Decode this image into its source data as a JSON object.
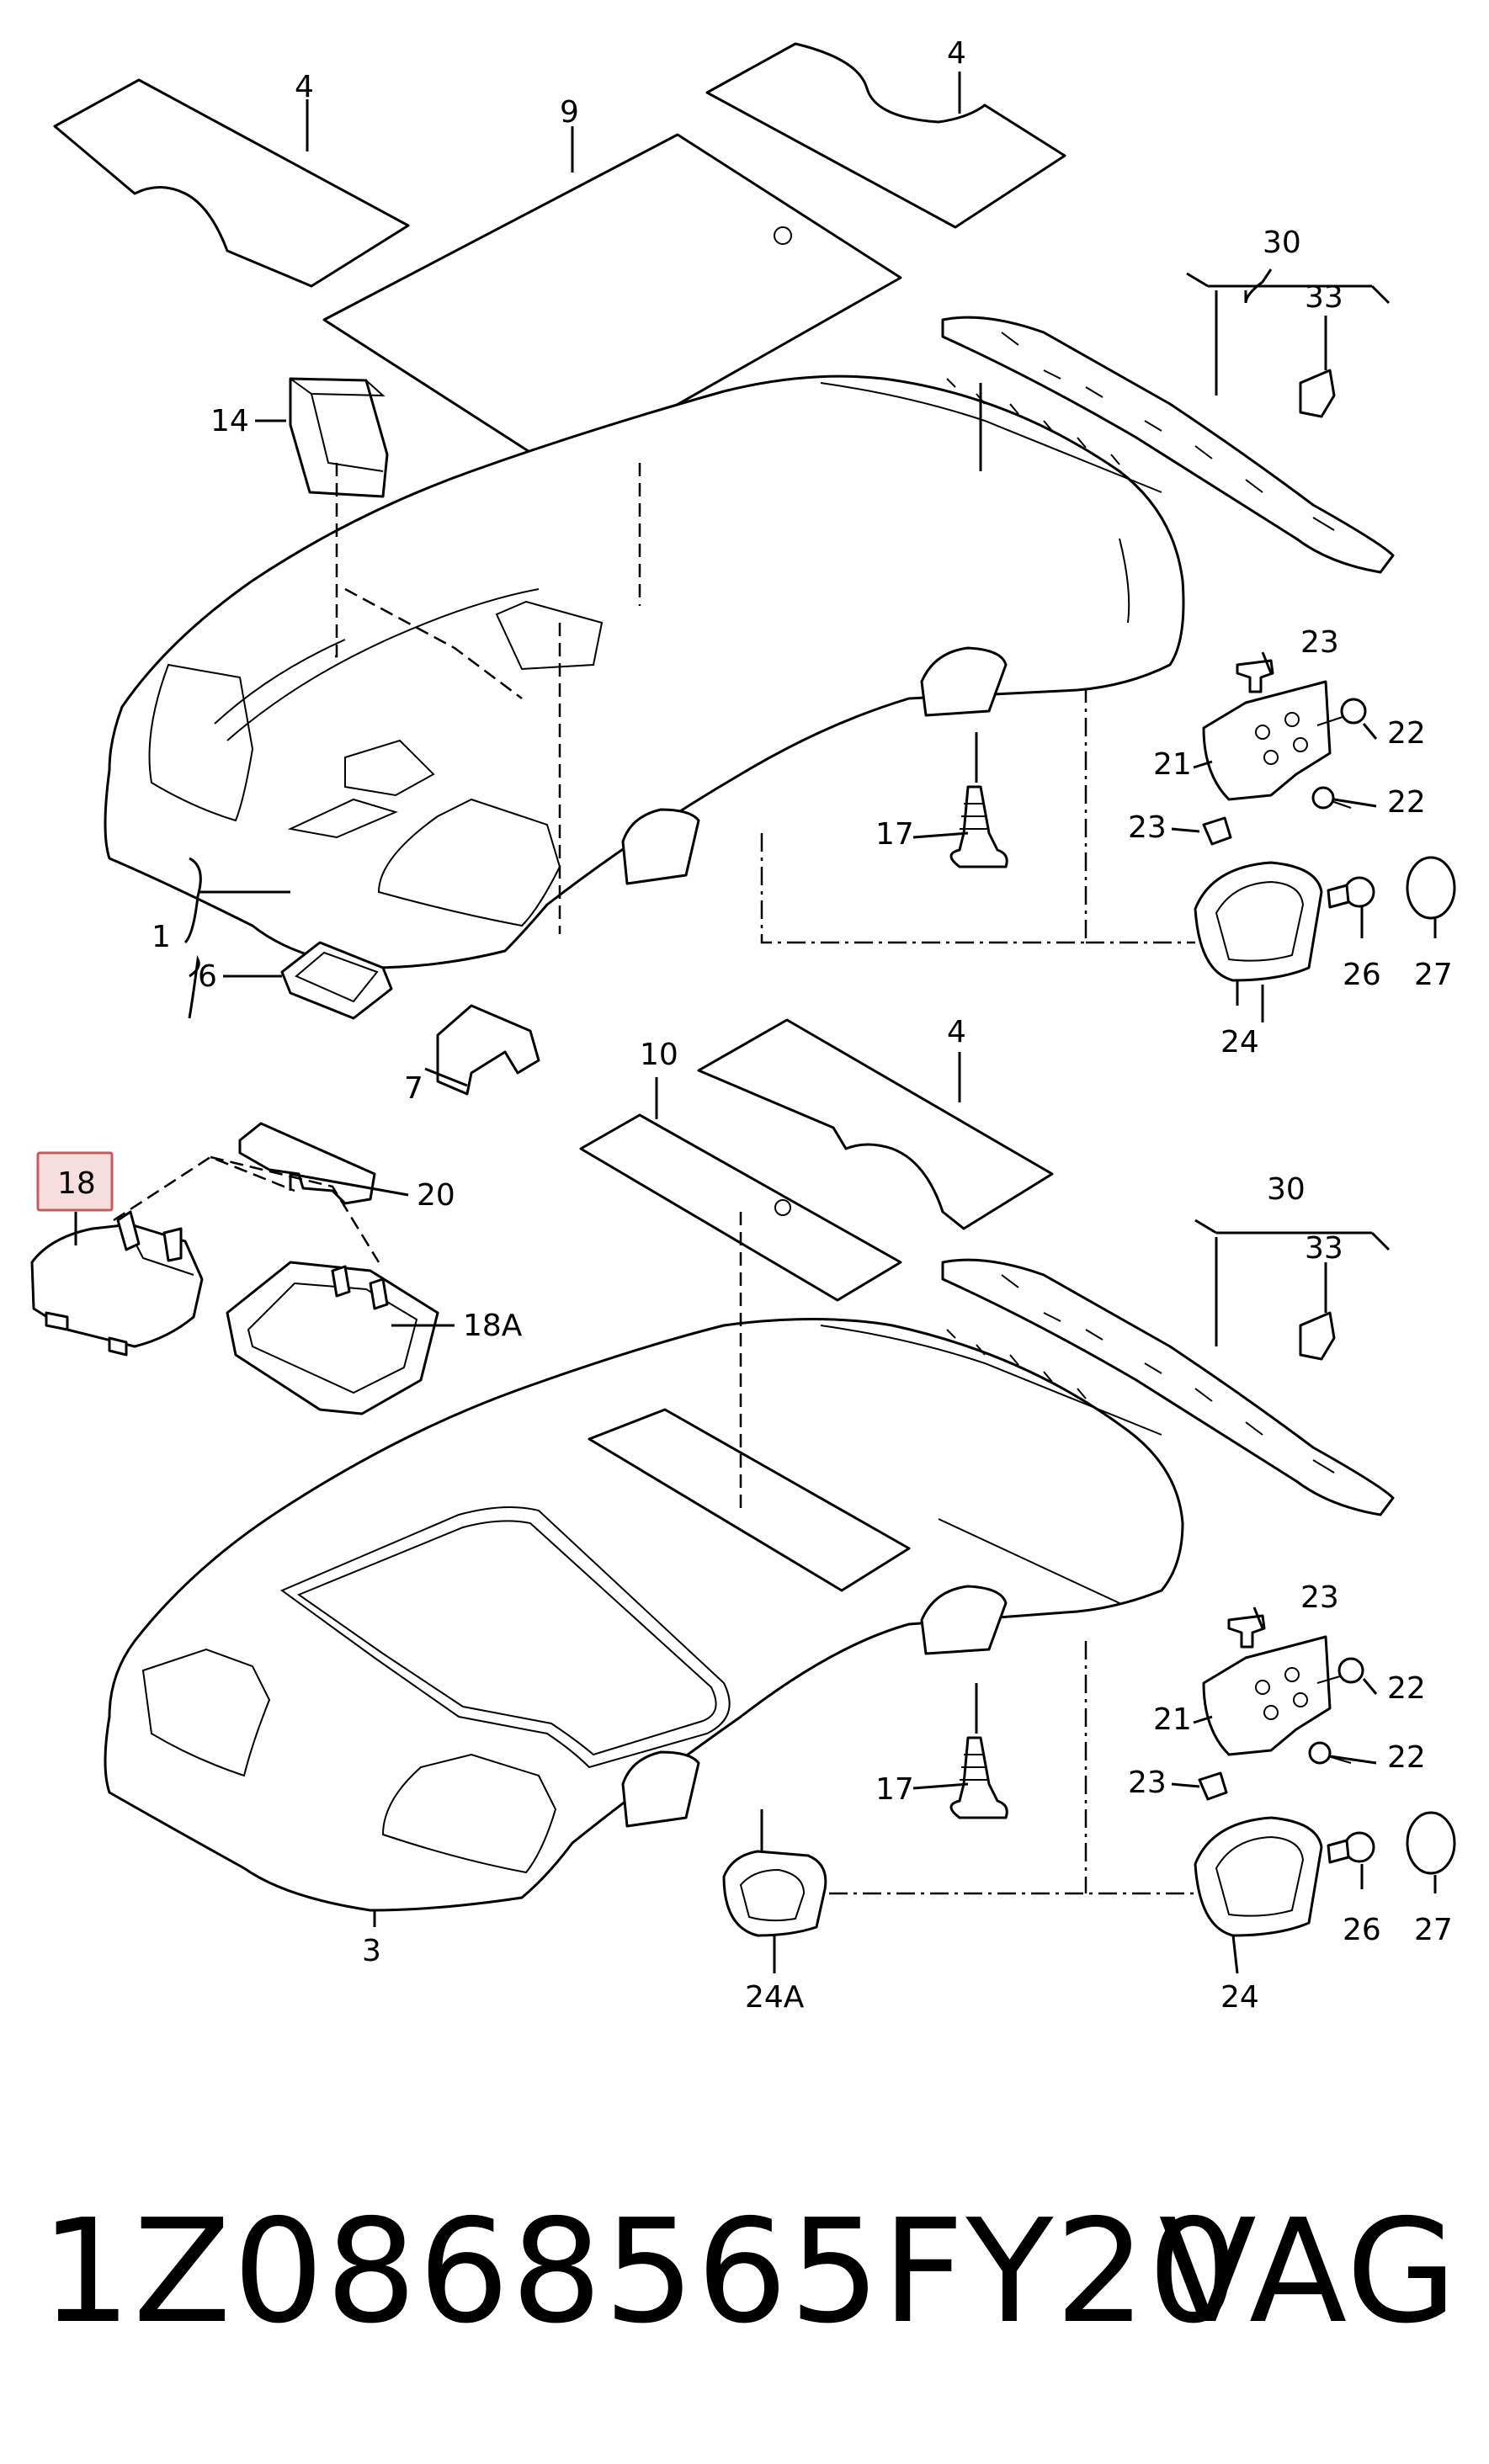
{
  "labels": {
    "l4a": "4",
    "l9": "9",
    "l4b": "4",
    "l30a": "30",
    "l33a": "33",
    "l14": "14",
    "l23a": "23",
    "l22a": "22",
    "l21a": "21",
    "l22b": "22",
    "l23b": "23",
    "l17a": "17",
    "l1": "1",
    "l6": "6",
    "l26a": "26",
    "l27a": "27",
    "l24a": "24",
    "l7": "7",
    "l10": "10",
    "l4c": "4",
    "l18": "18",
    "l20": "20",
    "l18A": "18A",
    "l30b": "30",
    "l33b": "33",
    "l23c": "23",
    "l22c": "22",
    "l21b": "21",
    "l22d": "22",
    "l23d": "23",
    "l17b": "17",
    "l3": "3",
    "l24A": "24A",
    "l24b": "24",
    "l26b": "26",
    "l27b": "27"
  },
  "highlighted_part": "18",
  "highlight_color": "#f6dede",
  "highlight_border": "#c95a5a",
  "footer": {
    "part_number": "1Z0868565FY20",
    "brand": "VAG"
  }
}
